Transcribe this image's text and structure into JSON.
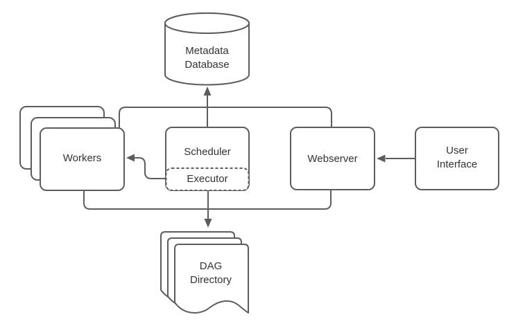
{
  "diagram": {
    "colors": {
      "background": "#ffffff",
      "shape_fill": "#ffffff",
      "stroke": "#5c5c5c",
      "text": "#333333"
    },
    "nodes": {
      "metadata_db": {
        "shape": "cylinder",
        "label_line1": "Metadata",
        "label_line2": "Database"
      },
      "workers": {
        "shape": "stacked-rounded-box",
        "stack_count": 3,
        "label": "Workers"
      },
      "scheduler": {
        "shape": "rounded-box",
        "label": "Scheduler"
      },
      "executor": {
        "shape": "dashed-rounded-box",
        "label": "Executor"
      },
      "webserver": {
        "shape": "rounded-box",
        "label": "Webserver"
      },
      "user_interface": {
        "shape": "rounded-box",
        "label_line1": "User",
        "label_line2": "Interface"
      },
      "dag_directory": {
        "shape": "stacked-document",
        "stack_count": 3,
        "label_line1": "DAG",
        "label_line2": "Directory"
      }
    },
    "edges": [
      {
        "from": "workers",
        "to": "metadata_db",
        "arrow": "solid-triangle"
      },
      {
        "from": "scheduler",
        "to": "metadata_db",
        "arrow": "solid-triangle"
      },
      {
        "from": "webserver",
        "to": "metadata_db",
        "arrow": "solid-triangle"
      },
      {
        "from": "executor",
        "to": "workers",
        "arrow": "solid-triangle"
      },
      {
        "from": "workers",
        "to": "dag_directory",
        "arrow": "solid-triangle"
      },
      {
        "from": "executor",
        "to": "dag_directory",
        "arrow": "solid-triangle"
      },
      {
        "from": "webserver",
        "to": "dag_directory",
        "arrow": "solid-triangle"
      },
      {
        "from": "user_interface",
        "to": "webserver",
        "arrow": "solid-triangle"
      }
    ]
  }
}
